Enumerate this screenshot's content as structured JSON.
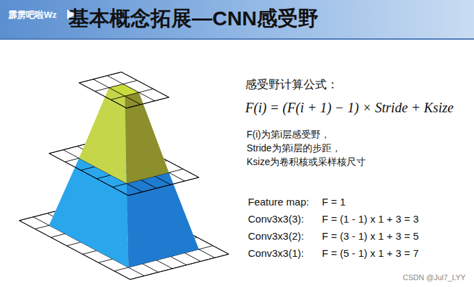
{
  "diagram": {
    "title": "基本概念拓展—CNN感受野",
    "labels": [
      "霹雳吧啦Wz",
      "感受野计算公式：",
      "F(i) = (F(i + 1) − 1) × Stride + Ksize",
      "F(i)为第i层感受野，",
      "Stride为第i层的步距，",
      "Ksize为卷积核或采样核尺寸",
      "Feature map:",
      "F = 1",
      "Conv3x3(3):",
      "F = (1 - 1) x 1 + 3 = 3",
      "Conv3x3(2):",
      "F = (3 - 1) x 1 + 3 = 5",
      "Conv3x3(1):",
      "F = (5 - 1) x 1 + 3 = 7",
      "CSDN @Jul7_LYY"
    ]
  }
}
